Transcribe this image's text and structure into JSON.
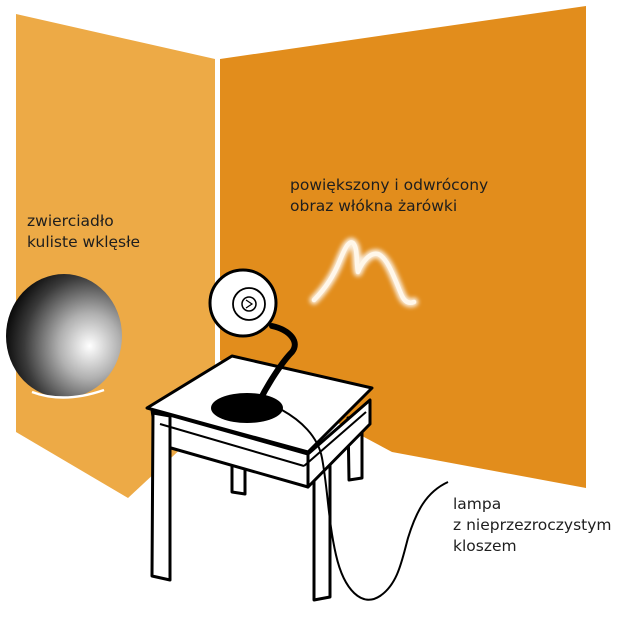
{
  "colors": {
    "left_wall": "#edaa46",
    "right_wall": "#e28d1c",
    "outline": "#000000",
    "table_fill": "#ffffff",
    "filament_image": "#fff7ea",
    "text": "#1e1e1e"
  },
  "labels": {
    "mirror": {
      "line1": "zwierciadło",
      "line2": "kuliste wklęsłe"
    },
    "image": {
      "line1": "powiększony i odwrócony",
      "line2": "obraz włókna żarówki"
    },
    "lamp": {
      "line1": "lampa",
      "line2": "z nieprzezroczystym",
      "line3": "kloszem"
    }
  },
  "icons": {
    "mirror": "concave-mirror-icon",
    "filament": "inverted-filament-image-icon",
    "lamp": "desk-lamp-icon",
    "table": "table-icon"
  }
}
